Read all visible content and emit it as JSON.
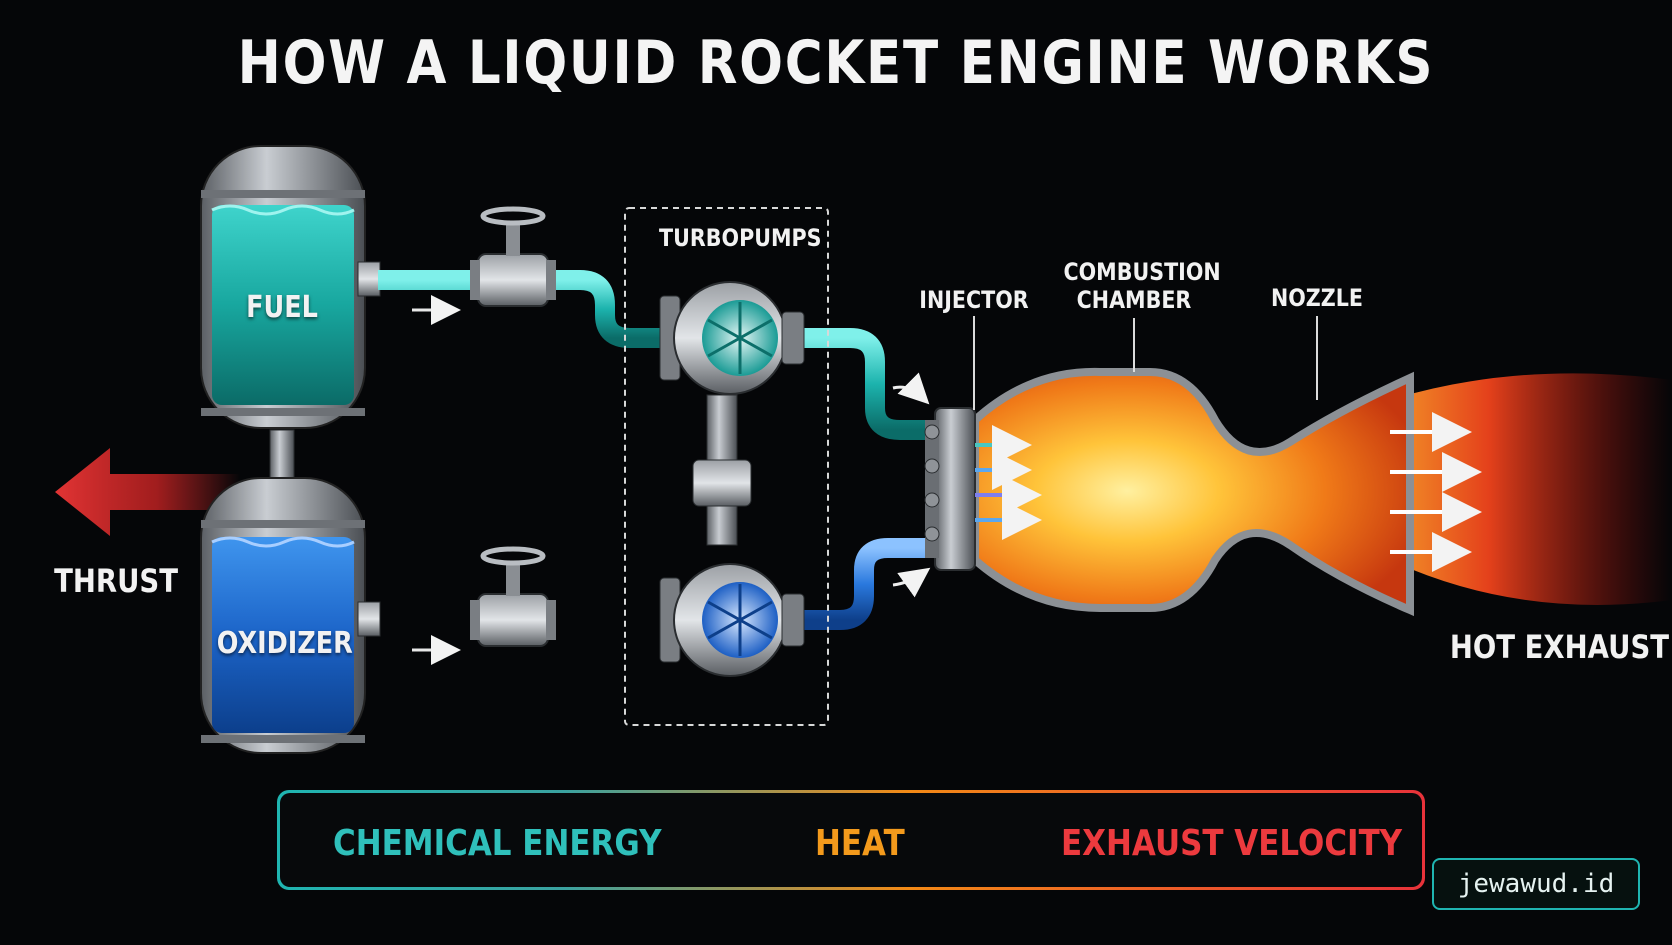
{
  "title": "HOW A LIQUID ROCKET ENGINE WORKS",
  "labels": {
    "fuel": "FUEL",
    "oxidizer": "OXIDIZER",
    "thrust": "THRUST",
    "turbopumps": "TURBOPUMPS",
    "injector": "INJECTOR",
    "combustion_chamber": [
      "COMBUSTION",
      "CHAMBER"
    ],
    "nozzle": "NOZZLE",
    "hot_exhaust": "HOT EXHAUST"
  },
  "energy_chain": {
    "steps": [
      "CHEMICAL ENERGY",
      "HEAT",
      "EXHAUST VELOCITY"
    ],
    "colors": [
      "#2fc0bb",
      "#f39a1c",
      "#ec3a3e"
    ]
  },
  "brand": "jewawud.id",
  "colors": {
    "fuel": "#19b6b0",
    "oxidizer": "#1f6fd6",
    "thrust_arrow": "#d62a2a",
    "flame_core": "#ffd23a",
    "flame_outer": "#e23a1a",
    "frame": "#1fb5b1"
  }
}
